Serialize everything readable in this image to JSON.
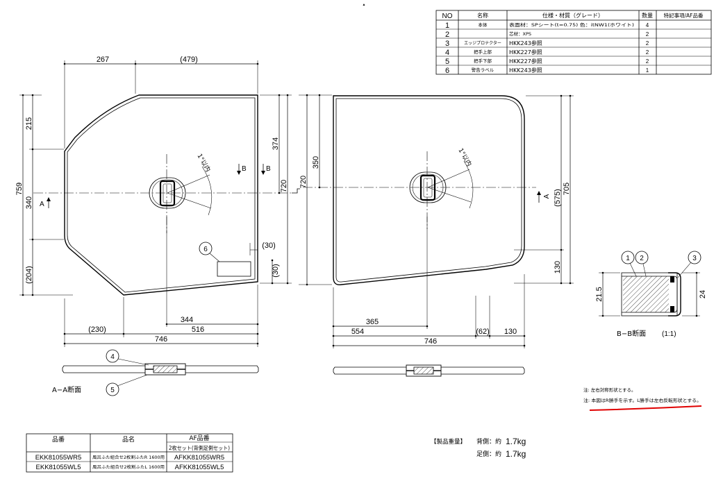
{
  "top_marker": "▲",
  "parts_table": {
    "headers": {
      "no": "NO",
      "name": "名称",
      "spec": "仕様・材質（グレード）",
      "qty": "数量",
      "note": "特記事項/AF品番"
    },
    "rows": [
      {
        "no": "1",
        "name": "本体",
        "spec": "表面材：SPシート(t=0.75) 色：itNW1(ホワイト)",
        "qty": "4"
      },
      {
        "no": "2",
        "spec": "芯材：XPS",
        "qty": "2"
      },
      {
        "no": "3",
        "name": "エッジプロテクター",
        "spec": "HKK243参照",
        "qty": "2"
      },
      {
        "no": "4",
        "name": "把手上部",
        "spec": "HKK227参照",
        "qty": "2"
      },
      {
        "no": "5",
        "name": "把手下部",
        "spec": "HKK227参照",
        "qty": "2"
      },
      {
        "no": "6",
        "name": "警告ラベル",
        "spec": "HKK243参照",
        "qty": "1"
      }
    ]
  },
  "left_view": {
    "dim_267": "267",
    "dim_479": "(479)",
    "dim_215": "215",
    "dim_759": "759",
    "dim_340": "340",
    "dim_204": "(204)",
    "dim_374": "374",
    "dim_720": "720",
    "dim_30_h": "(30)",
    "dim_30_v": "(30)",
    "angle": "1°以内",
    "section_a": "A",
    "section_b1": "B",
    "section_b2": "B",
    "dim_344": "344",
    "dim_230": "(230)",
    "dim_516": "516",
    "dim_746": "746",
    "balloon_6": "6"
  },
  "right_view": {
    "dim_720": "720",
    "dim_350": "350",
    "dim_705": "705",
    "dim_575": "(575)",
    "dim_130_v": "130",
    "section_a": "A",
    "angle": "1°以内",
    "dim_365": "365",
    "dim_554": "554",
    "dim_62": "(62)",
    "dim_130_h": "130",
    "dim_746": "746"
  },
  "section_aa": {
    "balloon_4": "4",
    "balloon_5": "5",
    "title": "A−A断面"
  },
  "section_bb": {
    "balloon_1": "1",
    "balloon_2": "2",
    "balloon_3": "3",
    "dim_21_5": "21.5",
    "dim_24": "24",
    "title": "B−B断面",
    "scale": "(1:1)"
  },
  "notes": [
    "注: 左右対称形状とする。",
    "注: 本図はR勝手を示す。L勝手は左右反転形状とする。"
  ],
  "weight": {
    "title": "【製品重量】",
    "rows": [
      {
        "label": "背側：約",
        "value": "1.7kg"
      },
      {
        "label": "足側：約",
        "value": "1.7kg"
      }
    ]
  },
  "product_table": {
    "headers": {
      "code": "品番",
      "name": "品名",
      "af": "AF品番",
      "af_sub": "2枚セット(背側足側セット)"
    },
    "rows": [
      {
        "code": "EKK81055WR5",
        "name": "風呂ふた組合せ2枚割ふたR 1600用",
        "af": "AFKK81055WR5"
      },
      {
        "code": "EKK81055WL5",
        "name": "風呂ふた組合せ2枚割ふたL 1600用",
        "af": "AFKK81055WL5"
      }
    ]
  },
  "colors": {
    "line": "#000000",
    "note_underline": "#e00000"
  }
}
